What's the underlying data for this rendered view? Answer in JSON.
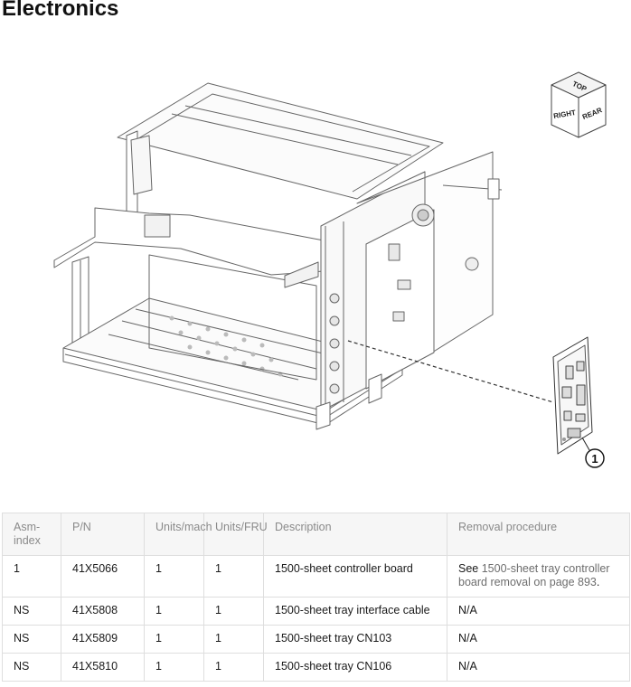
{
  "page": {
    "title": "Electronics"
  },
  "illustration": {
    "orientation_cube": {
      "top": "TOP",
      "right": "RIGHT",
      "rear": "REAR"
    },
    "callout": "1"
  },
  "table": {
    "headers": {
      "asm_index": "Asm-index",
      "pn": "P/N",
      "units_mach": "Units/mach",
      "units_fru": "Units/FRU",
      "description": "Description",
      "removal": "Removal procedure"
    },
    "rows": [
      {
        "asm_index": "1",
        "pn": "41X5066",
        "units_mach": "1",
        "units_fru": "1",
        "description": "1500-sheet controller board",
        "removal_prefix": "See ",
        "removal_link": "1500-sheet tray controller board removal on page 893",
        "removal_suffix": "."
      },
      {
        "asm_index": "NS",
        "pn": "41X5808",
        "units_mach": "1",
        "units_fru": "1",
        "description": "1500-sheet tray interface cable",
        "removal": "N/A"
      },
      {
        "asm_index": "NS",
        "pn": "41X5809",
        "units_mach": "1",
        "units_fru": "1",
        "description": "1500-sheet tray CN103",
        "removal": "N/A"
      },
      {
        "asm_index": "NS",
        "pn": "41X5810",
        "units_mach": "1",
        "units_fru": "1",
        "description": "1500-sheet tray CN106",
        "removal": "N/A"
      }
    ]
  }
}
